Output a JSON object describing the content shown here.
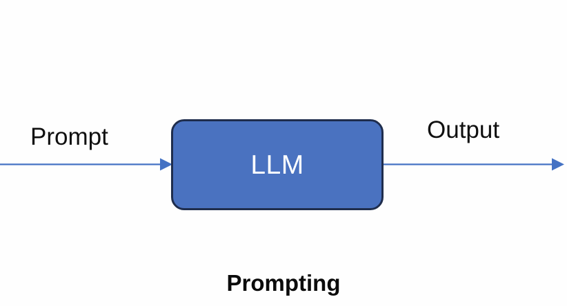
{
  "diagram": {
    "title": "Prompting",
    "background_color": "#fefefe",
    "nodes": [
      {
        "id": "llm",
        "label": "LLM",
        "shape": "rounded-rectangle",
        "fill_color": "#4a72c0",
        "border_color": "#1f2d4d",
        "text_color": "#ffffff"
      }
    ],
    "edges": [
      {
        "id": "input-edge",
        "label": "Prompt",
        "direction": "right",
        "target": "llm",
        "color": "#4472c4",
        "arrowhead": "filled-triangle"
      },
      {
        "id": "output-edge",
        "label": "Output",
        "direction": "right",
        "source": "llm",
        "color": "#4472c4",
        "arrowhead": "filled-triangle"
      }
    ]
  }
}
